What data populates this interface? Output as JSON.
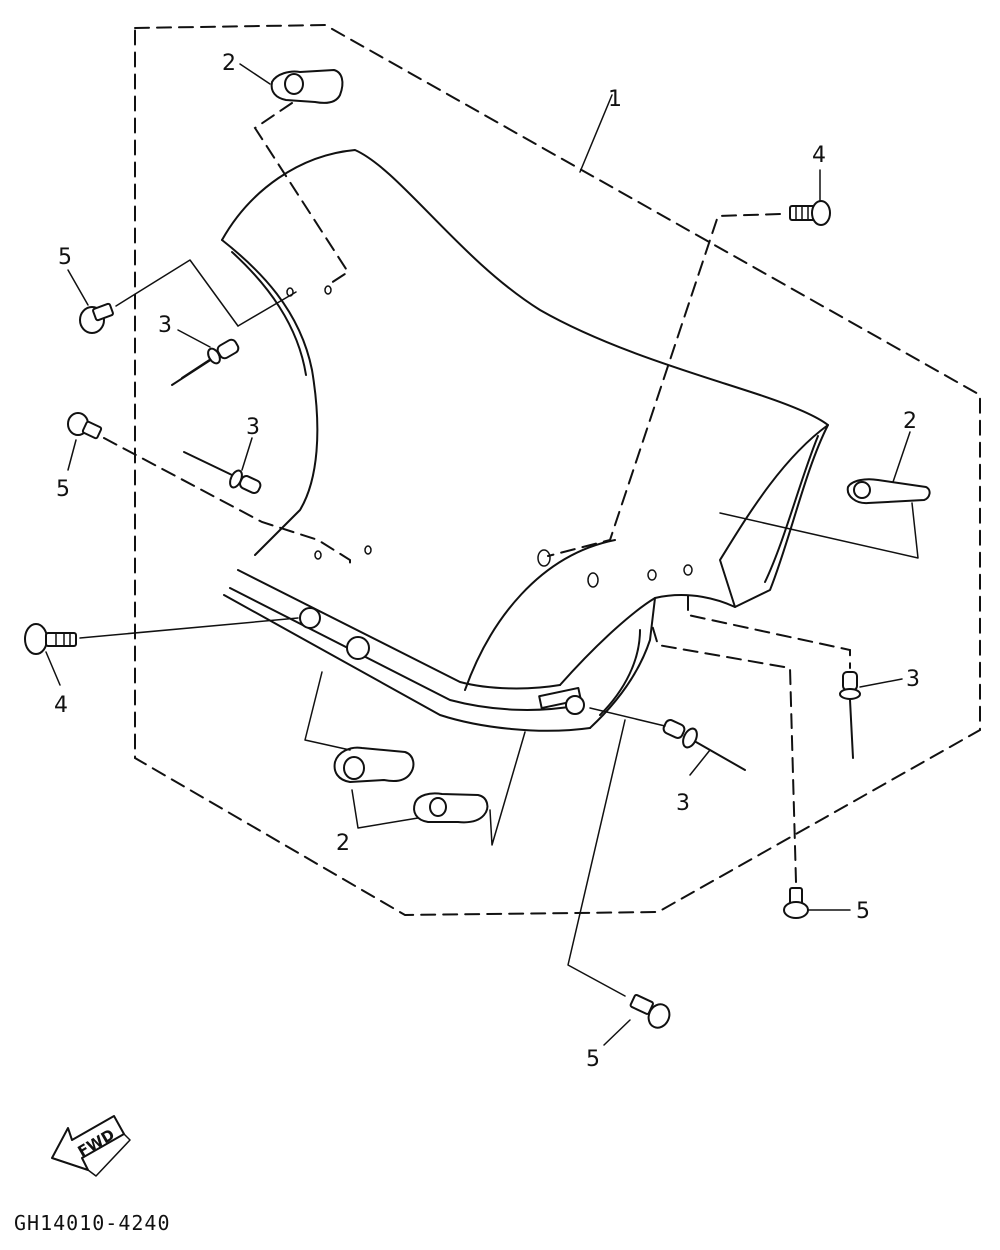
{
  "callouts": {
    "cowling": "1",
    "plate_top": "2",
    "plate_right": "2",
    "plate_bottom": "2",
    "rivet_upper_left": "3",
    "rivet_mid_left": "3",
    "rivet_right": "3",
    "rivet_bottom": "3",
    "screw_top_right": "4",
    "screw_left": "4",
    "screw_upper_left": "5",
    "screw_mid_left": "5",
    "screw_lower_right": "5",
    "screw_bottom": "5"
  },
  "direction_arrow": {
    "label": "FWD",
    "icon": "forward-arrow-icon"
  },
  "diagram_code": "GH14010-4240",
  "colors": {
    "ink": "#111111",
    "paper": "#ffffff"
  }
}
